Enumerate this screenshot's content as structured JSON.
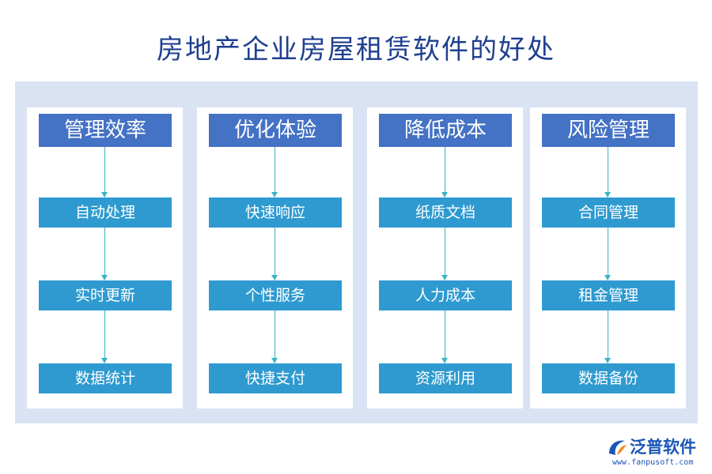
{
  "title": "房地产企业房屋租赁软件的好处",
  "columns": [
    {
      "heading": "管理效率",
      "items": [
        "自动处理",
        "实时更新",
        "数据统计"
      ]
    },
    {
      "heading": "优化体验",
      "items": [
        "快速响应",
        "个性服务",
        "快捷支付"
      ]
    },
    {
      "heading": "降低成本",
      "items": [
        "纸质文档",
        "人力成本",
        "资源利用"
      ]
    },
    {
      "heading": "风险管理",
      "items": [
        "合同管理",
        "租金管理",
        "数据备份"
      ]
    }
  ],
  "logo": {
    "name": "泛普软件",
    "url": "www.fanpusoft.com"
  },
  "colors": {
    "title": "#1f3f8f",
    "panel": "#dae3f3",
    "heading_box": "#4472c4",
    "item_box": "#2e9ad0",
    "arrow": "#3bb3c3"
  }
}
